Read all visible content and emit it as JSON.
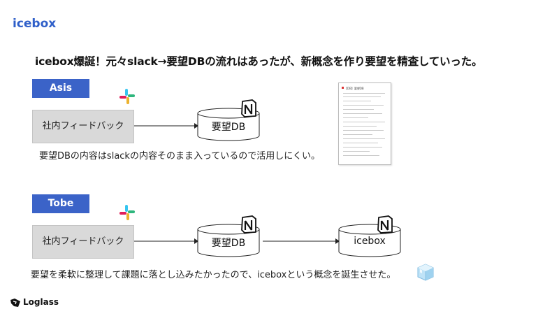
{
  "page_label": "icebox",
  "headline": "icebox爆誕！元々slack→要望DBの流れはあったが、新概念を作り要望を精査していった。",
  "asis": {
    "tag": "Asis",
    "feedback_box": "社内フィードバック",
    "db_label": "要望DB",
    "note": "要望DBの内容はslackの内容そのまま入っているので活用しにくい。",
    "doc_thumbnail_title": "【DB】要望DB"
  },
  "tobe": {
    "tag": "Tobe",
    "feedback_box": "社内フィードバック",
    "db_label": "要望DB",
    "icebox_label": "icebox",
    "note": "要望を柔軟に整理して課題に落とし込みたかったので、iceboxという概念を誕生させた。"
  },
  "footer": {
    "logo_text": "Loglass"
  },
  "colors": {
    "accent": "#3b63c8",
    "title_blue": "#2f5fc9",
    "box_gray": "#d9d9d9"
  },
  "icons": [
    "slack-icon",
    "notion-icon",
    "ice-cube-icon",
    "loglass-logo-icon"
  ]
}
